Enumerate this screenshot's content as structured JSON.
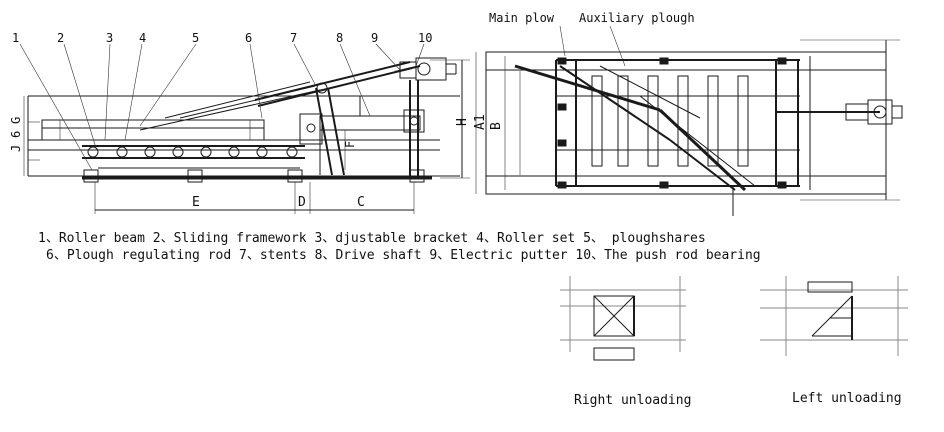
{
  "part_numbers": [
    "1",
    "2",
    "3",
    "4",
    "5",
    "6",
    "7",
    "8",
    "9",
    "10"
  ],
  "top_labels": {
    "main_plow": "Main plow",
    "auxiliary_plough": "Auxiliary plough"
  },
  "dimensions": {
    "E": "E",
    "D": "D",
    "C": "C",
    "F": "F",
    "H": "H",
    "G": "G",
    "six": "6",
    "J": "J",
    "A1": "A1",
    "B": "B"
  },
  "legend": {
    "line1": "1、Roller beam  2、Sliding framework  3、djustable bracket  4、Roller set 5、  ploughshares",
    "line2": "6、Plough regulating rod  7、stents  8、Drive shaft  9、Electric putter  10、The push rod bearing"
  },
  "unloading": {
    "right": "Right unloading",
    "left": "Left unloading"
  }
}
